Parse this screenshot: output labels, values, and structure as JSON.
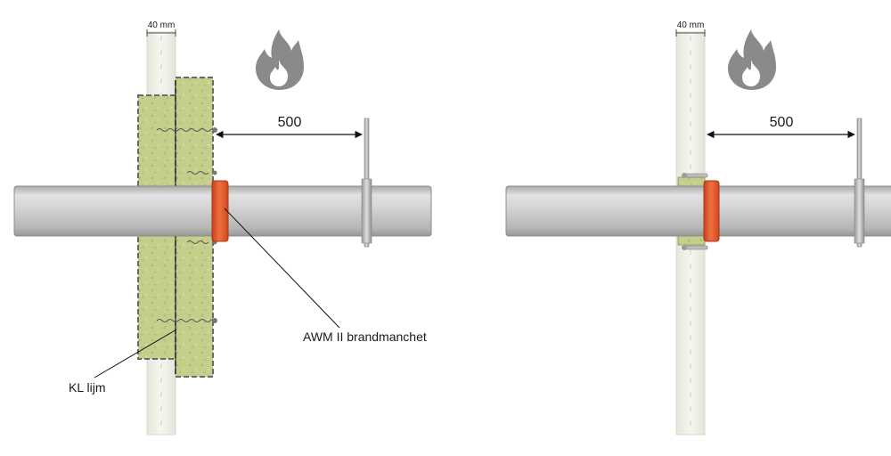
{
  "left": {
    "wall_thickness": "40 mm",
    "distance": "500",
    "collar_label": "AWM II brandmanchet",
    "glue_label": "KL lijm",
    "fire_icon": "flame-icon"
  },
  "right": {
    "wall_thickness": "40 mm",
    "distance": "500",
    "fire_icon": "flame-icon"
  },
  "colors": {
    "pipe": "#c9c9c9",
    "collar": "#e8562a",
    "mineral_wool": "#c6ce8c",
    "wall": "#eeeee6",
    "flame": "#8a8a8a"
  }
}
